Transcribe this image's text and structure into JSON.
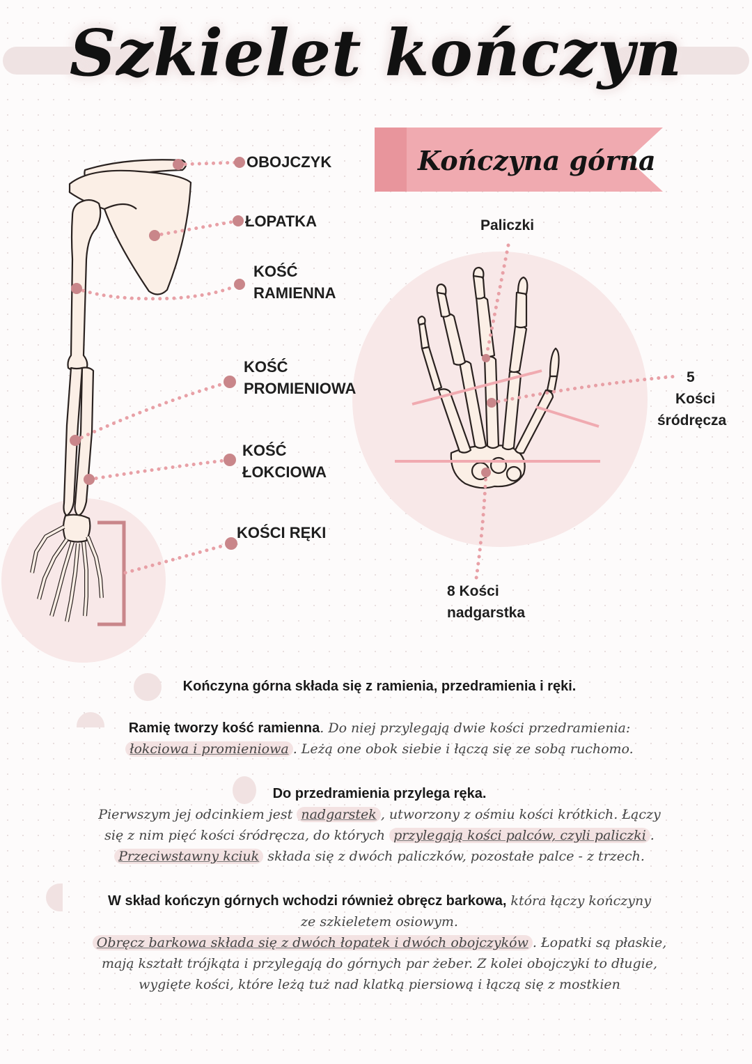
{
  "title": "Szkielet kończyn",
  "banner": "Kończyna górna",
  "arm_labels": {
    "obojczyk": "OBOJCZYK",
    "lopatka": "ŁOPATKA",
    "ramienna_1": "KOŚĆ",
    "ramienna_2": "RAMIENNA",
    "promieniowa_1": "KOŚĆ",
    "promieniowa_2": "PROMIENIOWA",
    "lokciowa_1": "KOŚĆ",
    "lokciowa_2": "ŁOKCIOWA",
    "reki": "KOŚCI RĘKI"
  },
  "hand_labels": {
    "paliczki": "Paliczki",
    "srodrecze_1": "5",
    "srodrecze_2": "Kości",
    "srodrecze_3": "śródręcza",
    "nadgarstek_1": "8 Kości",
    "nadgarstek_2": "nadgarstka"
  },
  "text": {
    "p1": "Kończyna górna składa się z ramienia, przedramienia i ręki.",
    "p2_bold": "Ramię tworzy kość ramienna",
    "p2_rest": ". Do niej przylegają dwie kości przedramienia:",
    "p2_hl": "łokciowa i promieniowa",
    "p2_end": ". Leżą one obok siebie i łączą się ze sobą ruchomo.",
    "p3_bold": "Do przedramienia przylega ręka.",
    "p3_a": "Pierwszym jej odcinkiem jest ",
    "p3_hl1": "nadgarstek",
    "p3_b": ", utworzony z ośmiu kości krótkich. Łączy",
    "p3_c": "się z nim pięć kości śródręcza, do których ",
    "p3_hl2": "przylegają kości palców, czyli paliczki",
    "p3_d": ".",
    "p3_hl3": "Przeciwstawny kciuk",
    "p3_e": " składa się z dwóch paliczków, pozostałe palce - z trzech.",
    "p4_bold": "W skład kończyn górnych wchodzi również obręcz barkowa,",
    "p4_a": " która łączy kończyny",
    "p4_b": "ze szkieletem osiowym.",
    "p4_hl": "Obręcz barkowa składa się z dwóch łopatek i dwóch obojczyków",
    "p4_c": ". Łopatki są płaskie,",
    "p4_d": "mają kształt trójkąta i przylegają do górnych par żeber. Z kolei obojczyki to długie,",
    "p4_e": "wygięte kości, które leżą tuż nad klatką piersiową i łączą się z mostkien"
  },
  "colors": {
    "accent": "#f0aab0",
    "dot": "#c9868a",
    "dotline": "#e8a0a6",
    "bone": "#fbefe6",
    "bubble": "#f8e8e8"
  }
}
